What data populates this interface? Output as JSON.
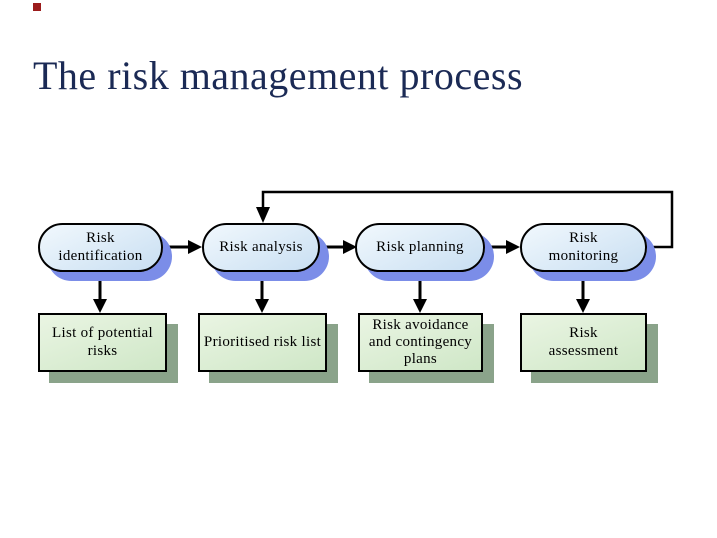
{
  "slide": {
    "title": "The risk management process"
  },
  "diagram": {
    "stages": [
      {
        "label": "Risk identification"
      },
      {
        "label": "Risk analysis"
      },
      {
        "label": "Risk planning"
      },
      {
        "label": "Risk monitoring"
      }
    ],
    "outputs": [
      {
        "label": "List of potential risks"
      },
      {
        "label": "Prioritised risk list"
      },
      {
        "label": "Risk avoidance and contingency plans"
      },
      {
        "label": "Risk assessment"
      }
    ],
    "flow": {
      "direction": "left-to-right",
      "feedback_loop": "Risk monitoring back to Risk analysis"
    }
  },
  "colors": {
    "title": "#1b2a55",
    "marker": "#9b1c1c",
    "stage_fill_top": "#f1f8fd",
    "stage_fill_bottom": "#c9dff2",
    "stage_shadow": "#7b8de8",
    "output_fill_top": "#eaf5e3",
    "output_fill_bottom": "#cfe7c7",
    "output_shadow": "#8aa38a",
    "line": "#000000",
    "background": "#ffffff"
  }
}
